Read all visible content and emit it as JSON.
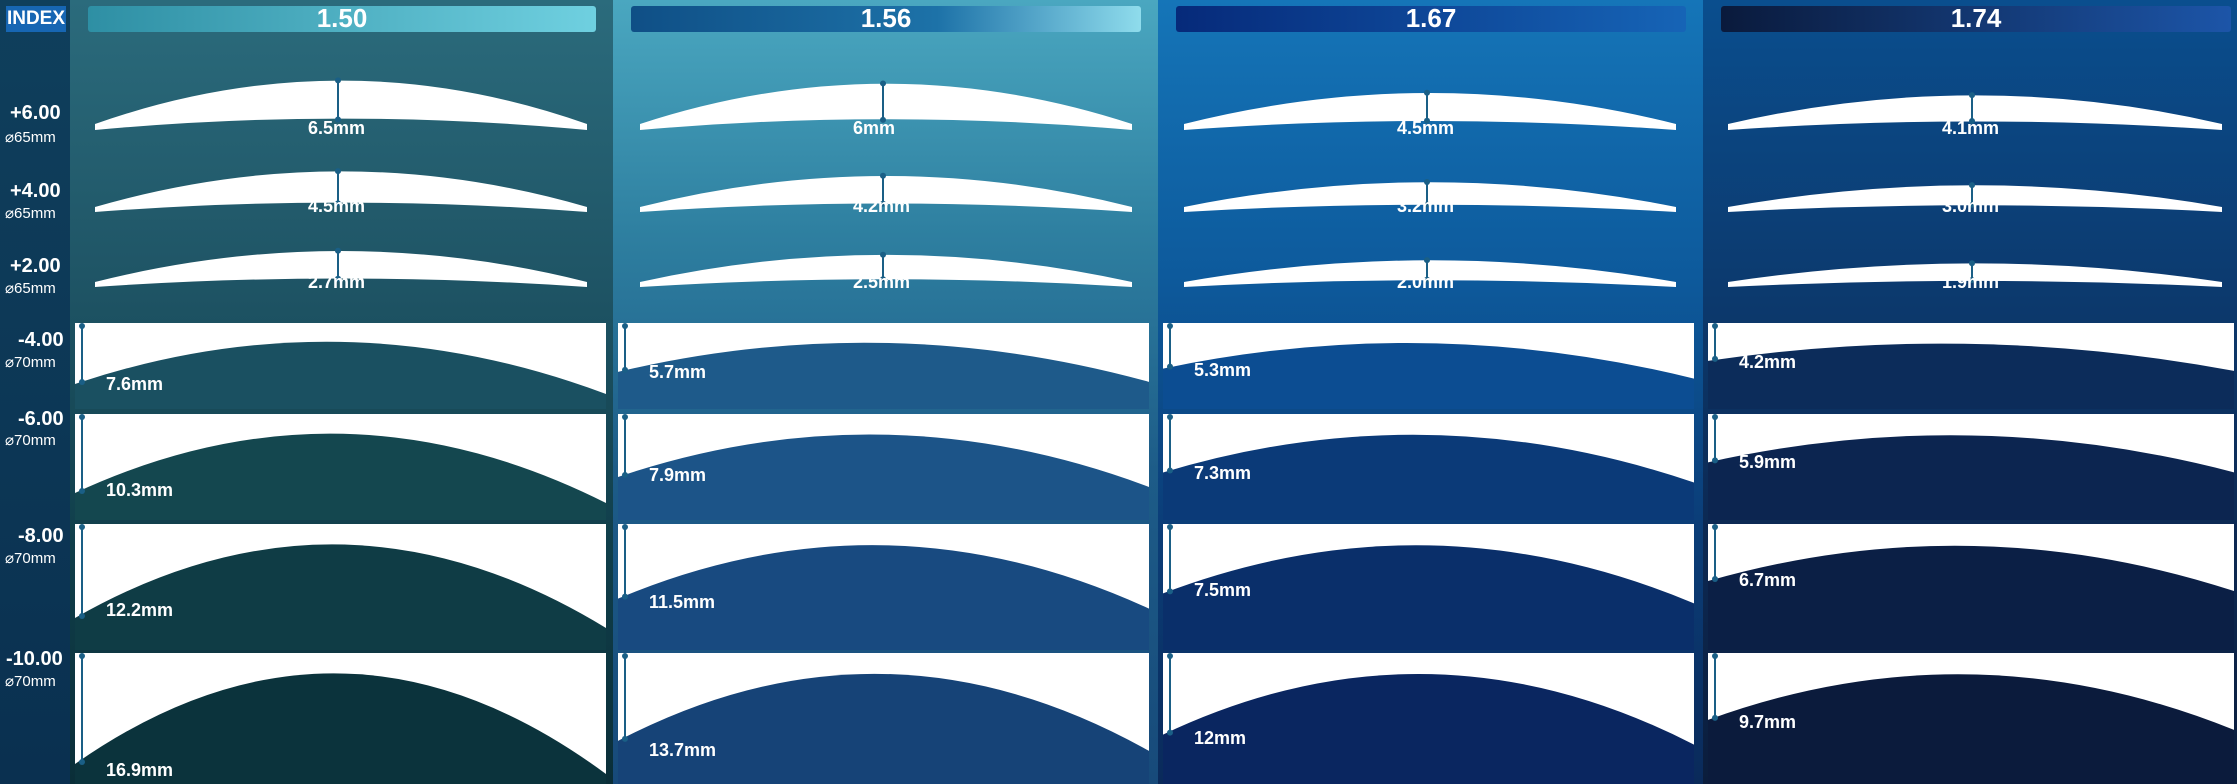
{
  "index_label": "INDEX",
  "columns": [
    {
      "index": "1.50"
    },
    {
      "index": "1.56"
    },
    {
      "index": "1.67"
    },
    {
      "index": "1.74"
    }
  ],
  "rows": [
    {
      "power": "+6.00",
      "diameter": "⌀65mm",
      "thickness": [
        "6.5mm",
        "6mm",
        "4.5mm",
        "4.1mm"
      ]
    },
    {
      "power": "+4.00",
      "diameter": "⌀65mm",
      "thickness": [
        "4.5mm",
        "4.2mm",
        "3.2mm",
        "3.0mm"
      ]
    },
    {
      "power": "+2.00",
      "diameter": "⌀65mm",
      "thickness": [
        "2.7mm",
        "2.5mm",
        "2.0mm",
        "1.9mm"
      ]
    },
    {
      "power": "-4.00",
      "diameter": "⌀70mm",
      "thickness": [
        "7.6mm",
        "5.7mm",
        "5.3mm",
        "4.2mm"
      ]
    },
    {
      "power": "-6.00",
      "diameter": "⌀70mm",
      "thickness": [
        "10.3mm",
        "7.9mm",
        "7.3mm",
        "5.9mm"
      ]
    },
    {
      "power": "-8.00",
      "diameter": "⌀70mm",
      "thickness": [
        "12.2mm",
        "11.5mm",
        "7.5mm",
        "6.7mm"
      ]
    },
    {
      "power": "-10.00",
      "diameter": "⌀70mm",
      "thickness": [
        "16.9mm",
        "13.7mm",
        "12mm",
        "9.7mm"
      ]
    }
  ],
  "colors": {
    "lens": "#ffffff",
    "indicator": "#1a5f86"
  }
}
